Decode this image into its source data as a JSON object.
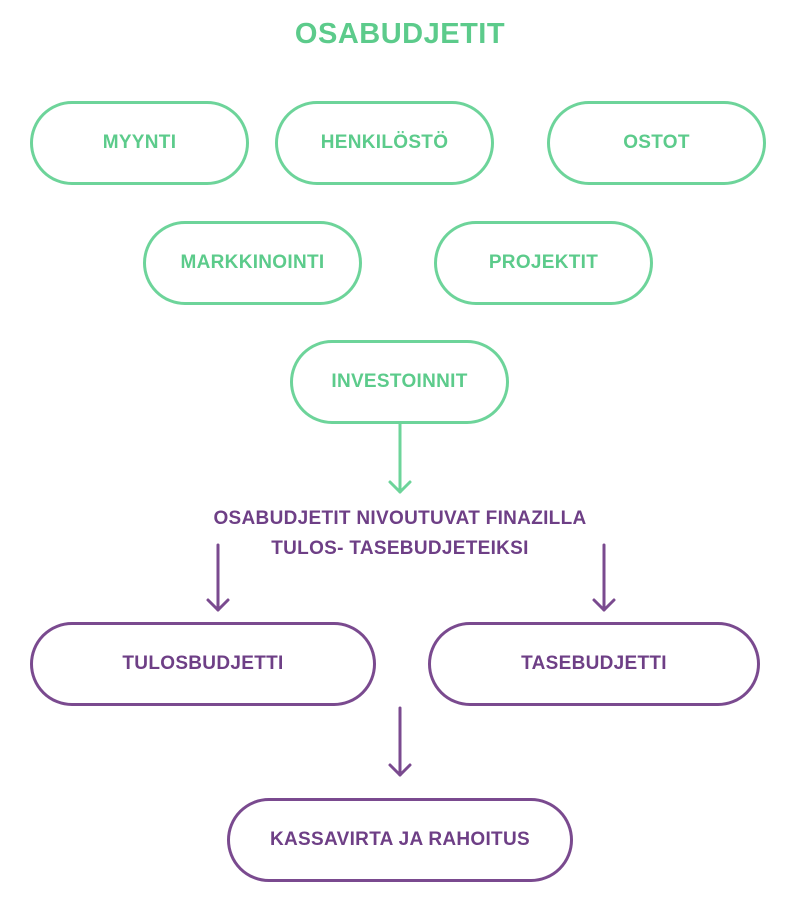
{
  "diagram": {
    "title": "OSABUDJETIT",
    "sub_budgets": [
      "MYYNTI",
      "HENKILÖSTÖ",
      "OSTOT",
      "MARKKINOINTI",
      "PROJEKTIT",
      "INVESTOINNIT"
    ],
    "note_line1": "OSABUDJETIT NIVOUTUVAT FINAZILLA",
    "note_line2": "TULOS- TASEBUDJETEIKSI",
    "final_budgets": [
      "TULOSBUDJETTI",
      "TASEBUDJETTI"
    ],
    "cash_flow": "KASSAVIRTA JA RAHOITUS",
    "colors": {
      "green": "#5ccb8b",
      "green_border": "#6dd49a",
      "purple": "#6e3f86",
      "purple_border": "#7a4a8f"
    }
  }
}
